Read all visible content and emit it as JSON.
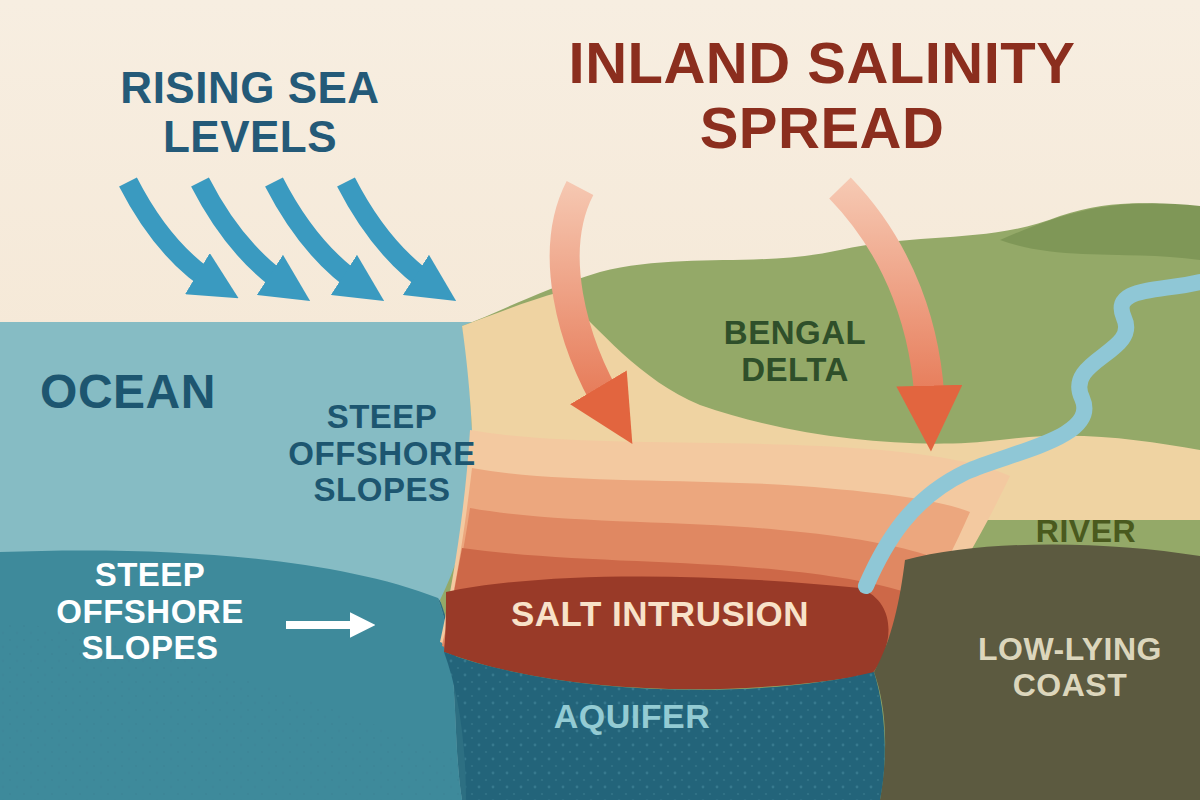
{
  "diagram": {
    "labels": [
      "RISING SEA LEVELS",
      "INLAND SALINITY SPREAD",
      "BENGAL DELTA",
      "OCEAN",
      "STEEP OFFSHORE SLOPES",
      "RIVER",
      "STEEP OFFSHORE SLOPES",
      "SALT INTRUSION",
      "LOW-LYING COAST",
      "AQUIFER"
    ]
  }
}
